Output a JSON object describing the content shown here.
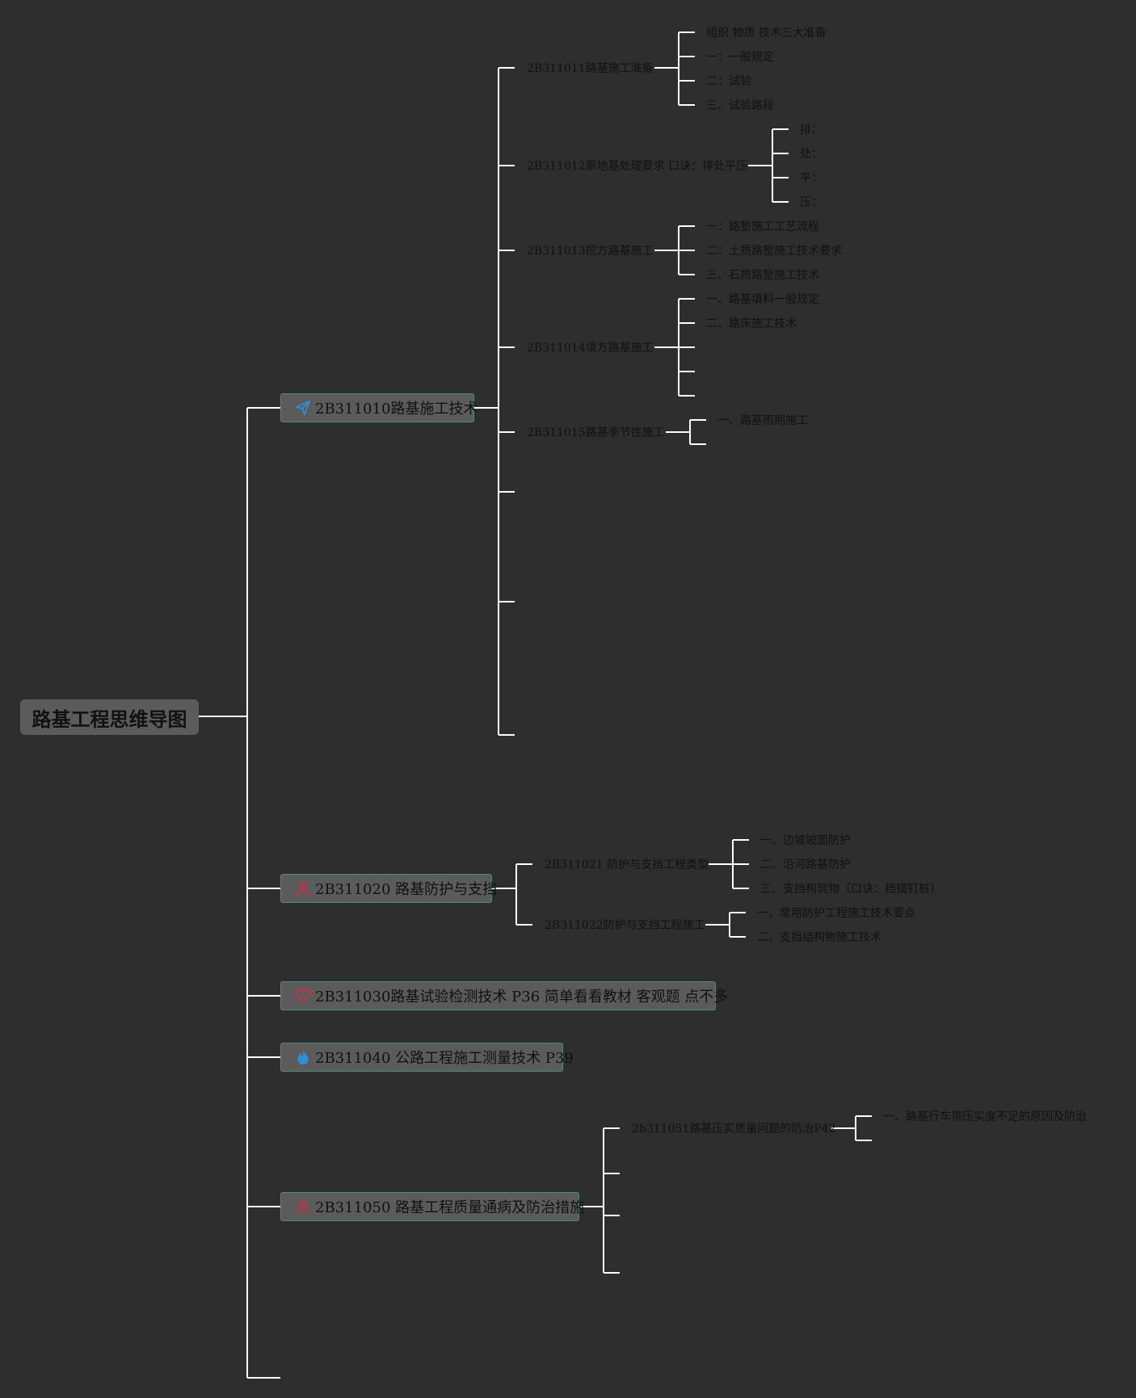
{
  "root": "路基工程思维导图",
  "topics": {
    "t1": {
      "label": "2B311010路基施工技术",
      "icon": "paper-plane-icon",
      "icon_color": "#2e8fd6"
    },
    "t2": {
      "label": "2B311020 路基防护与支挡",
      "icon": "tools-icon",
      "icon_color": "#c0324a"
    },
    "t3": {
      "label": "2B311030路基试验检测技术 P36 简单看看教材 客观题 点不多",
      "icon": "heart-icon",
      "icon_color": "#c0324a"
    },
    "t4": {
      "label": "2B311040 公路工程施工测量技术 P39",
      "icon": "flame-icon",
      "icon_color": "#2e8fd6"
    },
    "t5": {
      "label": "2B311050 路基工程质量通病及防治措施",
      "icon": "tools-icon",
      "icon_color": "#c0324a"
    }
  },
  "sub": {
    "s11": "2B311011路基施工准备",
    "s12": "2B311012原地基处理要求 口诀：排处平压",
    "s13": "2B311013挖方路基施工",
    "s14": "2B311014填方路基施工",
    "s15": "2B311015路基季节性施工",
    "s21": "2B311021 防护与支挡工程类型",
    "s22": "2B311022防护与支挡工程施工",
    "s51": "2b311051路基压实质量问题的防治P42"
  },
  "leaf": {
    "a1": "组织 物质 技术三大准备",
    "a2": "一：一般规定",
    "a3": "二：试验",
    "a4": "三、试验路段",
    "b1": "排：",
    "b2": "处：",
    "b3": "平：",
    "b4": "压：",
    "c1": "一：路堑施工工艺流程",
    "c2": "二：土质路堑施工技术要求",
    "c3": "三、石质路堑施工技术",
    "d1": "一、路基填料一般规定",
    "d2": "二、路床施工技术",
    "e1": "一、路基雨期施工",
    "f1": "一、边坡坡面防护",
    "f2": "二、沿河路基防护",
    "f3": "三、支挡构筑物（口诀：挡锚钉桩）",
    "g1": "一、常用防护工程施工技术要点",
    "g2": "二、支挡结构物施工技术",
    "h1": "一、路基行车带压实度不足的原因及防治"
  },
  "colors": {
    "background": "#2e2e2e",
    "lines": "#ffffff",
    "node_fill": "#5b5b5b",
    "node_border": "#4d8a7c"
  }
}
